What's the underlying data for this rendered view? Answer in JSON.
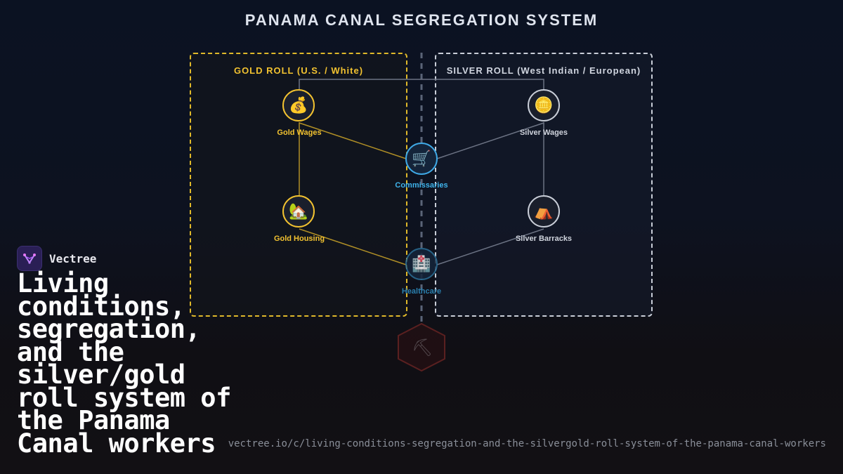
{
  "diagram": {
    "title": "PANAMA CANAL SEGREGATION SYSTEM",
    "gold_panel_label": "GOLD ROLL (U.S. / White)",
    "silver_panel_label": "SILVER ROLL (West Indian / European)",
    "nodes": {
      "gold_wages": {
        "label": "Gold Wages",
        "icon": "money-bag-icon",
        "glyph": "💰"
      },
      "silver_wages": {
        "label": "Silver Wages",
        "icon": "coin-icon",
        "glyph": "🪙"
      },
      "commissaries": {
        "label": "Commissaries",
        "icon": "shopping-cart-icon",
        "glyph": "🛒"
      },
      "gold_housing": {
        "label": "Gold Housing",
        "icon": "house-icon",
        "glyph": "🏡"
      },
      "silver_barracks": {
        "label": "Silver Barracks",
        "icon": "tent-icon",
        "glyph": "⛺"
      },
      "healthcare": {
        "label": "Healthcare",
        "icon": "hospital-icon",
        "glyph": "🏥"
      },
      "faded_hex": {
        "label": "",
        "icon": "pickaxe-icon",
        "glyph": "⛏"
      }
    },
    "colors": {
      "gold": "#f2c230",
      "silver": "#c9ced8",
      "blue": "#3fa9e6",
      "red": "#7a2a2a"
    }
  },
  "brand": {
    "name": "Vectree"
  },
  "headline": "Living conditions, segregation, and the silver/gold roll system of the Panama Canal workers",
  "url": "vectree.io/c/living-conditions-segregation-and-the-silvergold-roll-system-of-the-panama-canal-workers"
}
